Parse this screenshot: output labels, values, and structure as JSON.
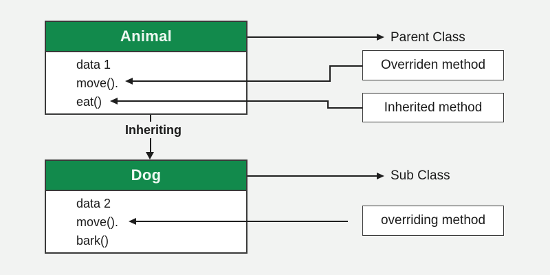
{
  "colors": {
    "bg": "#f2f3f2",
    "green": "#128a4c",
    "line": "#1f1f1f",
    "border": "#3a3a3a",
    "text": "#1a1a1a",
    "header_text": "#eef8f2",
    "box_bg": "#ffffff"
  },
  "animal_class": {
    "title": "Animal",
    "members": [
      "data 1",
      "move().",
      "eat()"
    ]
  },
  "dog_class": {
    "title": "Dog",
    "members": [
      "data 2",
      "move().",
      "bark()"
    ]
  },
  "labels": {
    "parent_class": "Parent Class",
    "sub_class": "Sub Class",
    "inheriting": "Inheriting",
    "overriden_method": "Overriden method",
    "inherited_method": "Inherited method",
    "overriding_method": "overriding method"
  }
}
